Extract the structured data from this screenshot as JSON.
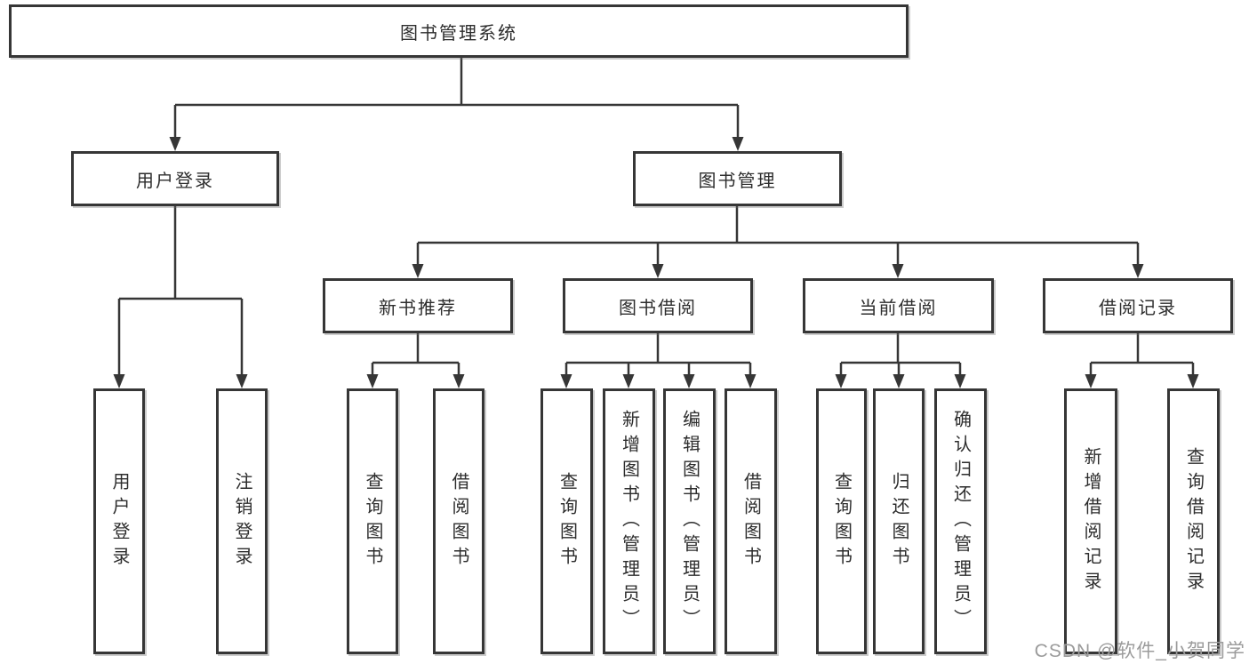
{
  "diagram": {
    "type": "hierarchy-tree",
    "title": "图书管理系统",
    "watermark": "CSDN @软件_小贺同学",
    "colors": {
      "line": "#363636",
      "box_border": "#363636",
      "text": "#2d2d2d",
      "background": "#ffffff",
      "watermark": "#9b9b9b"
    },
    "root": {
      "label": "图书管理系统",
      "children": [
        {
          "label": "用户登录",
          "children": [
            {
              "label": "用户登录"
            },
            {
              "label": "注销登录"
            }
          ]
        },
        {
          "label": "图书管理",
          "children": [
            {
              "label": "新书推荐",
              "children": [
                {
                  "label": "查询图书"
                },
                {
                  "label": "借阅图书"
                }
              ]
            },
            {
              "label": "图书借阅",
              "children": [
                {
                  "label": "查询图书"
                },
                {
                  "label": "新增图书（管理员）"
                },
                {
                  "label": "编辑图书（管理员）"
                },
                {
                  "label": "借阅图书"
                }
              ]
            },
            {
              "label": "当前借阅",
              "children": [
                {
                  "label": "查询图书"
                },
                {
                  "label": "归还图书"
                },
                {
                  "label": "确认归还（管理员）"
                }
              ]
            },
            {
              "label": "借阅记录",
              "children": [
                {
                  "label": "新增借阅记录"
                },
                {
                  "label": "查询借阅记录"
                }
              ]
            }
          ]
        }
      ]
    }
  }
}
